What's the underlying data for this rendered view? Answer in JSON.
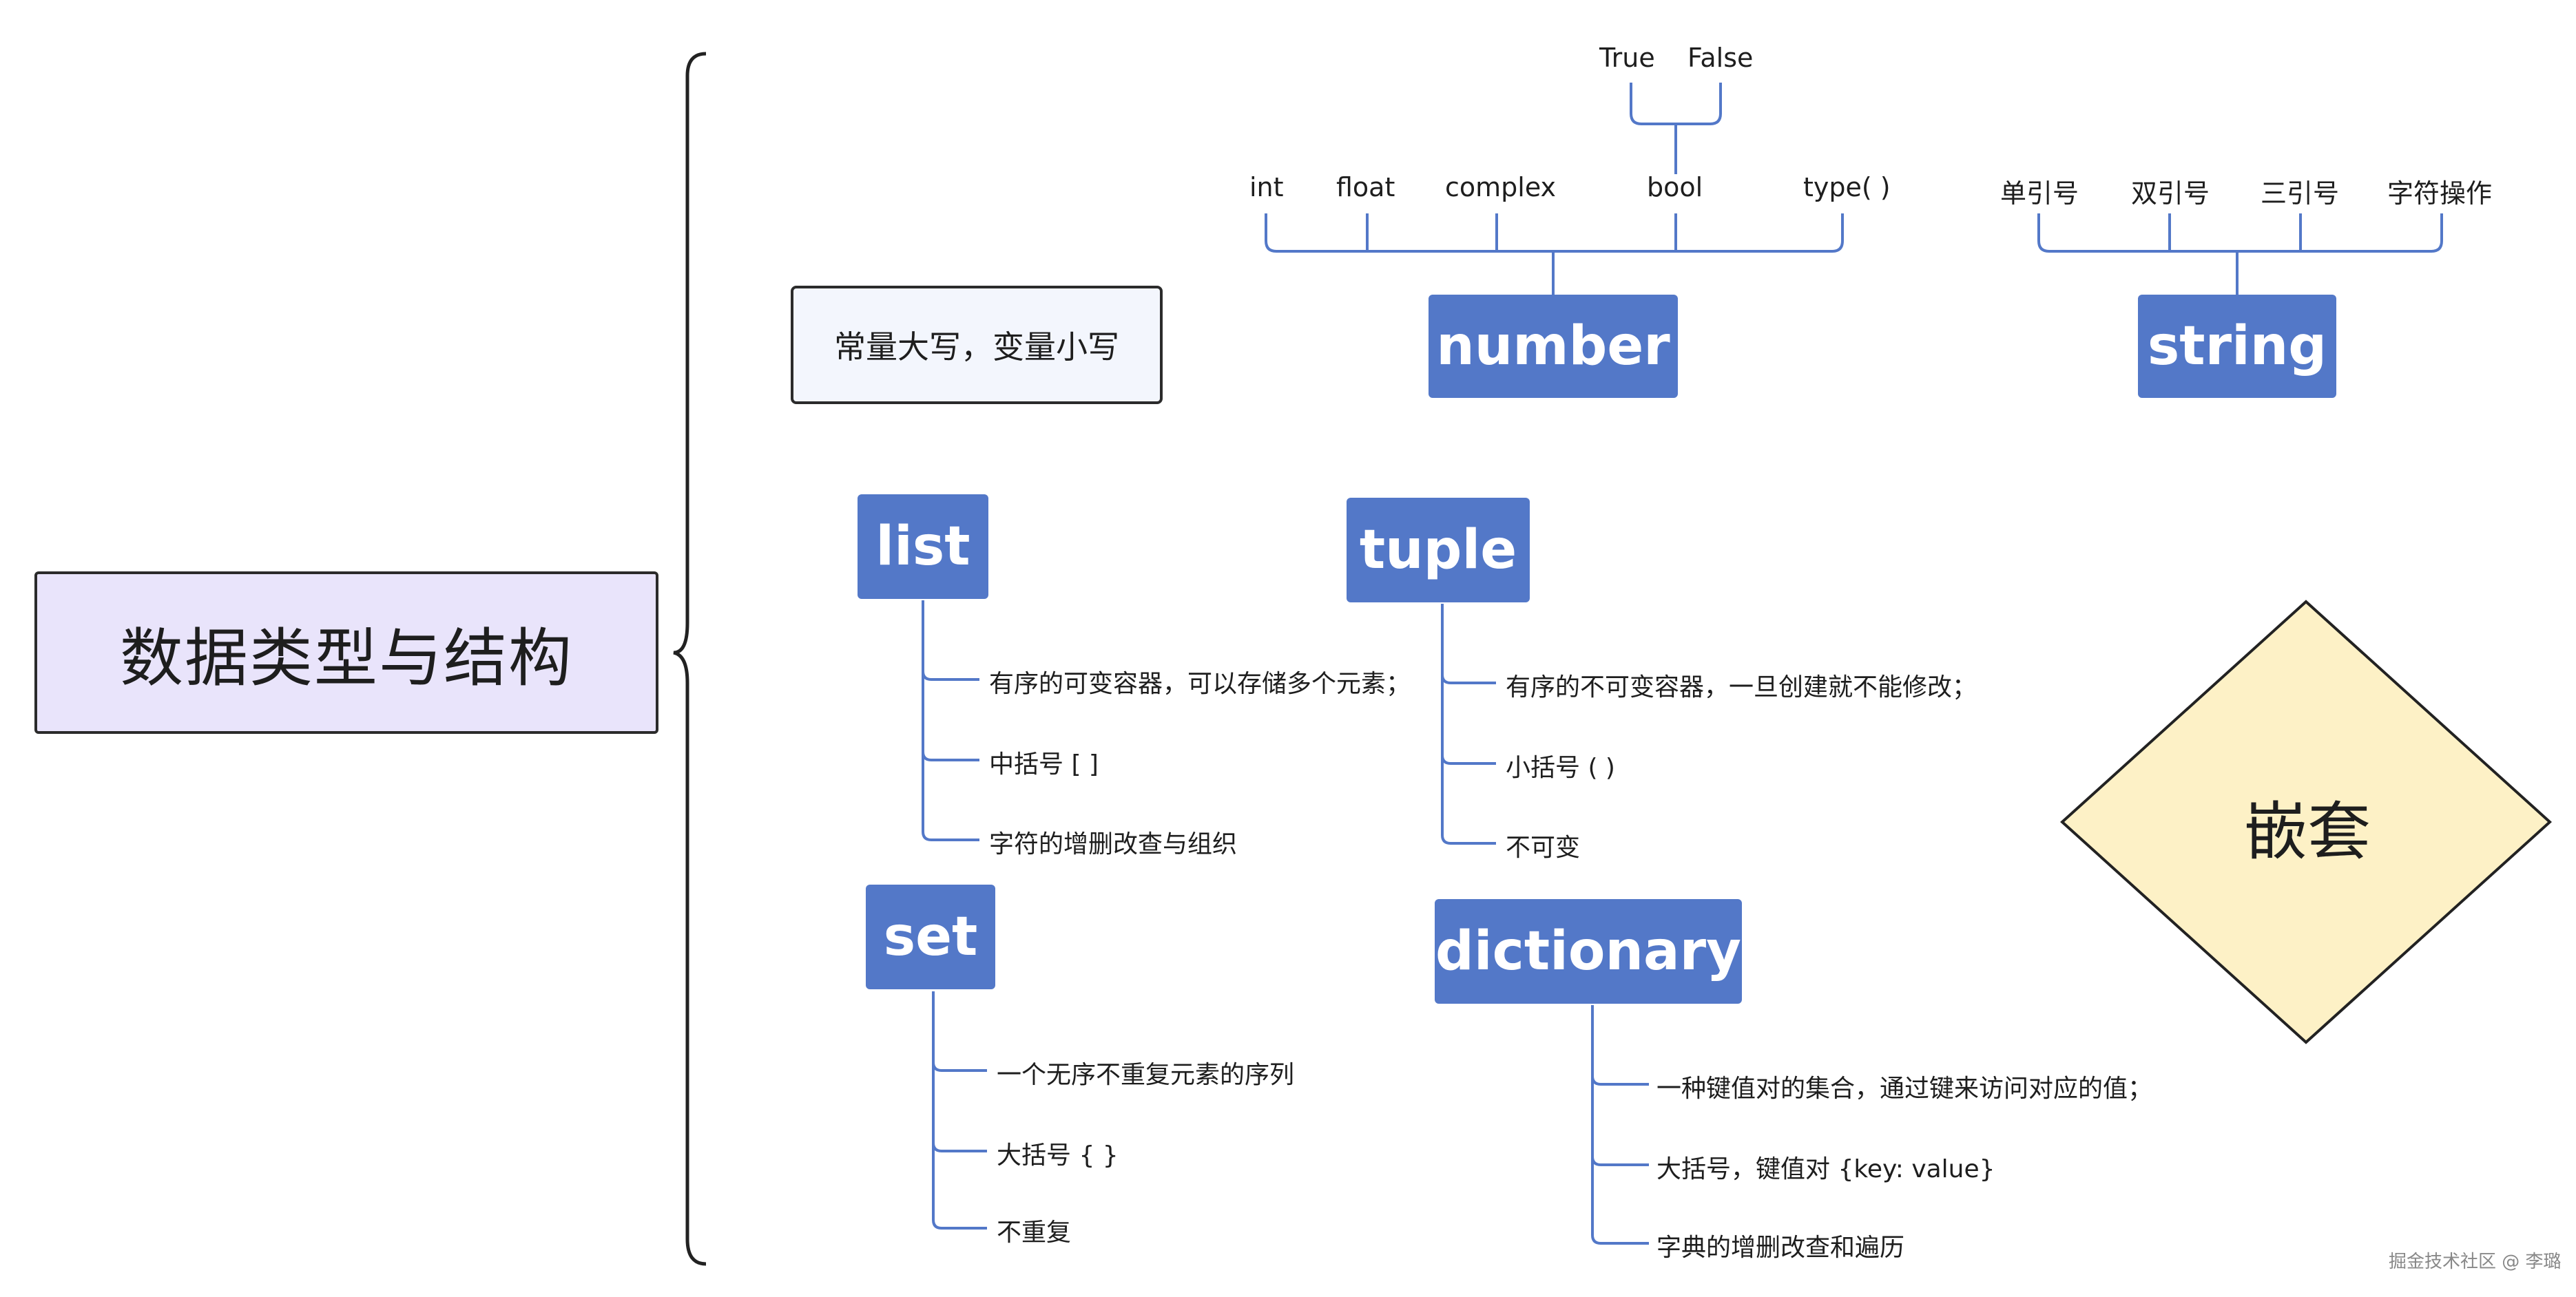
{
  "root": {
    "label": "数据类型与结构"
  },
  "note": {
    "label": "常量大写，变量小写"
  },
  "number": {
    "label": "number",
    "children": [
      "int",
      "float",
      "complex",
      "bool",
      "type( )"
    ],
    "bool_children": [
      "True",
      "False"
    ]
  },
  "string": {
    "label": "string",
    "children": [
      "单引号",
      "双引号",
      "三引号",
      "字符操作"
    ]
  },
  "list": {
    "label": "list",
    "items": [
      "有序的可变容器，可以存储多个元素；",
      "中括号 [ ]",
      "字符的增删改查与组织"
    ]
  },
  "tuple": {
    "label": "tuple",
    "items": [
      "有序的不可变容器，一旦创建就不能修改；",
      "小括号 ( )",
      "不可变"
    ]
  },
  "set": {
    "label": "set",
    "items": [
      "一个无序不重复元素的序列",
      "大括号 { }",
      "不重复"
    ]
  },
  "dictionary": {
    "label": "dictionary",
    "items": [
      "一种键值对的集合，通过键来访问对应的值；",
      "大括号，键值对 {key: value}",
      "字典的增删改查和遍历"
    ]
  },
  "nested": {
    "label": "嵌套"
  },
  "watermark": "掘金技术社区 @ 李璐",
  "colors": {
    "topic": "#5378c8",
    "root_fill": "#e9e4fb",
    "diamond_fill": "#fdf1c6",
    "line": "#5378c8"
  }
}
